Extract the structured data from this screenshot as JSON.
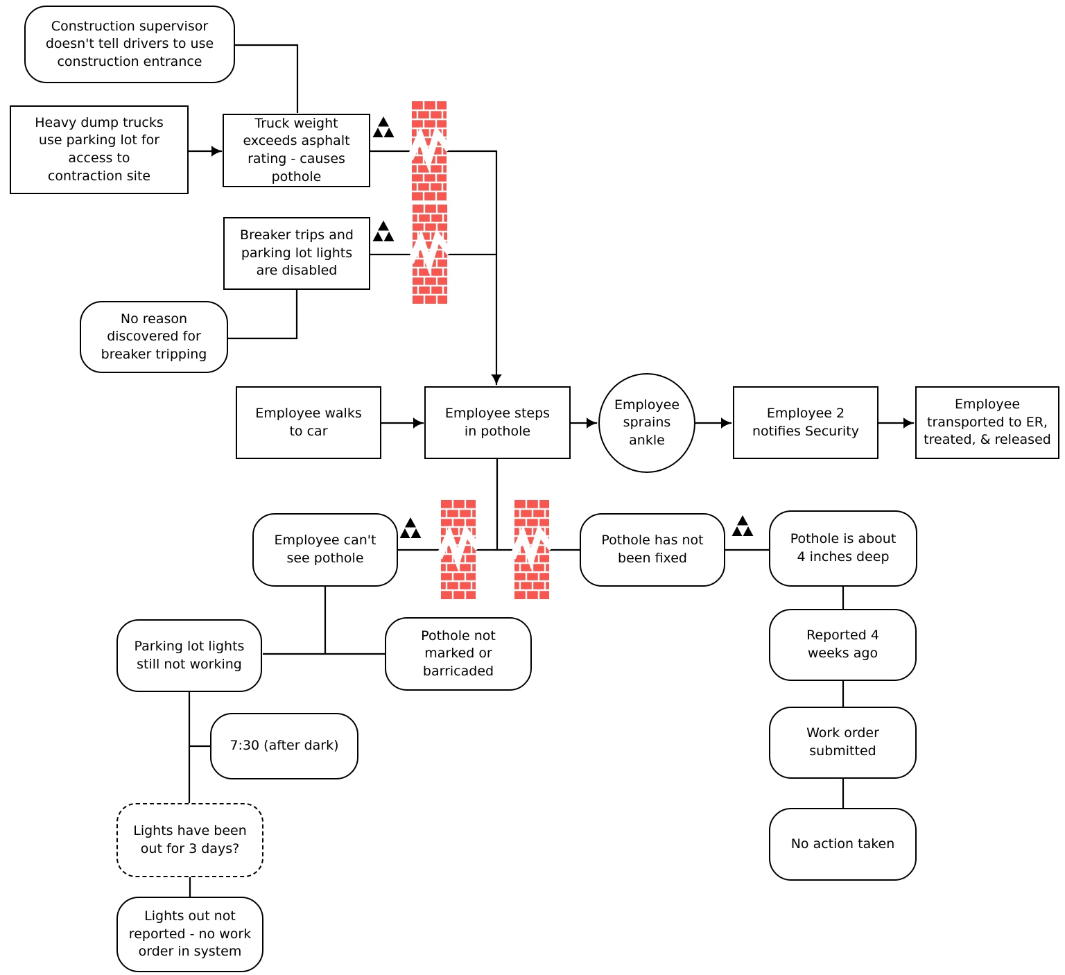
{
  "diagram": {
    "type": "cause-map-flowchart",
    "nodes": {
      "construction_supervisor": {
        "shape": "rounded",
        "label": "Construction supervisor\ndoesn't tell drivers to use\nconstruction entrance"
      },
      "heavy_dump_trucks": {
        "shape": "rect",
        "label": "Heavy dump trucks\nuse parking lot for\naccess to\ncontraction site"
      },
      "truck_weight": {
        "shape": "rect",
        "label": "Truck weight\nexceeds asphalt\nrating - causes\npothole"
      },
      "breaker_trips": {
        "shape": "rect",
        "label": "Breaker trips and\nparking lot lights\nare disabled"
      },
      "no_reason": {
        "shape": "rounded",
        "label": "No reason\ndiscovered for\nbreaker tripping"
      },
      "employee_walks": {
        "shape": "rect",
        "label": "Employee walks\nto car"
      },
      "employee_steps": {
        "shape": "rect",
        "label": "Employee steps\nin pothole"
      },
      "employee_sprains": {
        "shape": "ellipse",
        "label": "Employee\nsprains\nankle"
      },
      "employee2_notifies": {
        "shape": "rect",
        "label": "Employee 2\nnotifies Security"
      },
      "employee_transported": {
        "shape": "rect",
        "label": "Employee\ntransported to ER,\ntreated, & released"
      },
      "employee_cant_see": {
        "shape": "rounded",
        "label": "Employee can't\nsee pothole"
      },
      "pothole_not_fixed": {
        "shape": "rounded",
        "label": "Pothole has not\nbeen fixed"
      },
      "pothole_depth": {
        "shape": "rounded",
        "label": "Pothole is about\n4 inches deep"
      },
      "parking_lot_lights": {
        "shape": "rounded",
        "label": "Parking lot lights\nstill not working"
      },
      "pothole_not_marked": {
        "shape": "rounded",
        "label": "Pothole not\nmarked or\nbarricaded"
      },
      "after_dark": {
        "shape": "rounded",
        "label": "7:30 (after dark)"
      },
      "lights_out_duration": {
        "shape": "rounded-dashed",
        "label": "Lights have been\nout for 3 days?"
      },
      "lights_not_reported": {
        "shape": "rounded",
        "label": "Lights out not\nreported - no work\norder in system"
      },
      "reported_4_weeks": {
        "shape": "rounded",
        "label": "Reported 4\nweeks ago"
      },
      "work_order": {
        "shape": "rounded",
        "label": "Work order\nsubmitted"
      },
      "no_action": {
        "shape": "rounded",
        "label": "No action taken"
      }
    },
    "icons": {
      "barrier": "brick-wall-barrier-icon",
      "marker": "triple-triangle-icon"
    },
    "colors": {
      "brick_red": "#f8564f",
      "line": "#000000",
      "node_fill": "#ffffff",
      "background": "#ffffff"
    }
  }
}
